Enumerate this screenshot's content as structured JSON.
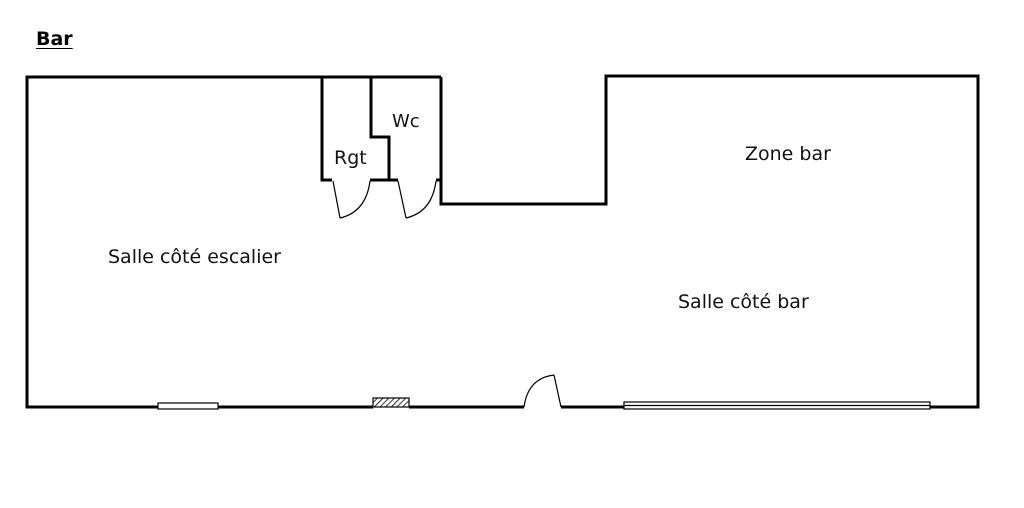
{
  "plan": {
    "title": "Bar",
    "rooms": {
      "storage": "Rgt",
      "toilet": "Wc",
      "bar_zone": "Zone bar",
      "hall_stairs": "Salle côté escalier",
      "hall_bar": "Salle côté bar"
    }
  }
}
